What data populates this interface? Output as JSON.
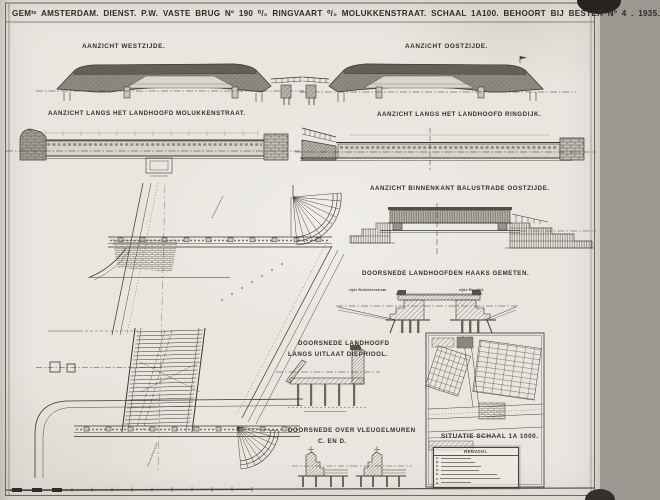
{
  "colors": {
    "paper": "#e9e6e0",
    "ink": "#38352e",
    "ink_soft": "#6f6b62",
    "fill_dark": "#67635a",
    "fill_mid": "#8f8a80",
    "fill_light": "#d8d4cb",
    "corner_blob": "#262420"
  },
  "sheet": {
    "title": "GEMᵗᵉ AMSTERDAM.   DIENST. P.W.   VASTE BRUG Nº 190 ⁰/₀ RINGVAART ⁰/₀ MOLUKKENSTRAAT.   SCHAAL 1A100.   BEHOORT BIJ BESTEK Nº 4 .  1935."
  },
  "views": {
    "west": {
      "label": "AANZICHT WESTZIJDE."
    },
    "oost": {
      "label": "AANZICHT OOSTZIJDE."
    },
    "landhoofd_moluk": {
      "label": "AANZICHT LANGS HET LANDHOOFD MOLUKKENSTRAAT."
    },
    "landhoofd_ringdijk": {
      "label": "AANZICHT LANGS HET LANDHOOFD RINGDIJK."
    },
    "balustrade": {
      "label": "AANZICHT BINNENKANT BALUSTRADE OOSTZIJDE."
    },
    "doorsnede_haaks": {
      "label": "DOORSNEDE LANDHOOFDEN HAAKS GEMETEN.",
      "left_note": "zijde Molukkenstraat",
      "right_note": "zijde Ringdijk"
    },
    "doorsnede_diepriool": {
      "label_line1": "DOORSNEDE LANDHOOFD",
      "label_line2": "LANGS UITLAAT DIEPRIOOL."
    },
    "vleugelmuren": {
      "label_line1": "DOORSNEDE OVER VLEUGELMUREN",
      "label_line2": "C. EN D."
    },
    "situatie": {
      "label": "SITUATIE SCHAAL 1A 1000.",
      "legend_title": "RENVOOI.",
      "legend_rows": [
        "A.",
        "B.",
        "C.",
        "D.",
        "E.",
        "F.",
        "G."
      ]
    }
  }
}
